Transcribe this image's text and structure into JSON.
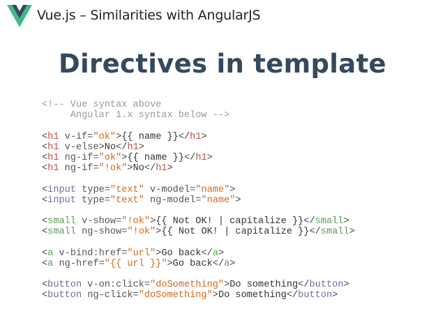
{
  "header": {
    "logo": "vue-logo",
    "title": "Vue.js – Similarities with AngularJS"
  },
  "slide": {
    "title": "Directives in template"
  },
  "colors": {
    "logo_green": "#41b883",
    "logo_dark": "#35495e",
    "title": "#34495e"
  },
  "code_lines": [
    [
      [
        "comment",
        "<!-- Vue syntax above"
      ]
    ],
    [
      [
        "comment",
        "     Angular 1.x syntax below -->"
      ]
    ],
    [],
    [
      [
        "punct",
        "<"
      ],
      [
        "tag-h1",
        "h1"
      ],
      [
        "attr",
        " v-if="
      ],
      [
        "str",
        "\"ok\""
      ],
      [
        "punct",
        ">"
      ],
      [
        "text",
        "{{ name }}"
      ],
      [
        "punct",
        "</"
      ],
      [
        "tag-h1",
        "h1"
      ],
      [
        "punct",
        ">"
      ]
    ],
    [
      [
        "punct",
        "<"
      ],
      [
        "tag-h1",
        "h1"
      ],
      [
        "attr",
        " v-else"
      ],
      [
        "punct",
        ">"
      ],
      [
        "text",
        "No"
      ],
      [
        "punct",
        "</"
      ],
      [
        "tag-h1",
        "h1"
      ],
      [
        "punct",
        ">"
      ]
    ],
    [
      [
        "punct",
        "<"
      ],
      [
        "tag-h1",
        "h1"
      ],
      [
        "attr",
        " ng-if="
      ],
      [
        "str",
        "\"ok\""
      ],
      [
        "punct",
        ">"
      ],
      [
        "text",
        "{{ name }}"
      ],
      [
        "punct",
        "</"
      ],
      [
        "tag-h1",
        "h1"
      ],
      [
        "punct",
        ">"
      ]
    ],
    [
      [
        "punct",
        "<"
      ],
      [
        "tag-h1",
        "h1"
      ],
      [
        "attr",
        " ng-if="
      ],
      [
        "str",
        "\"!ok\""
      ],
      [
        "punct",
        ">"
      ],
      [
        "text",
        "No"
      ],
      [
        "punct",
        "</"
      ],
      [
        "tag-h1",
        "h1"
      ],
      [
        "punct",
        ">"
      ]
    ],
    [],
    [
      [
        "punct",
        "<"
      ],
      [
        "tag-input",
        "input"
      ],
      [
        "attr",
        " type="
      ],
      [
        "str",
        "\"text\""
      ],
      [
        "attr",
        " v-model="
      ],
      [
        "str",
        "\"name\""
      ],
      [
        "punct",
        ">"
      ]
    ],
    [
      [
        "punct",
        "<"
      ],
      [
        "tag-input",
        "input"
      ],
      [
        "attr",
        " type="
      ],
      [
        "str",
        "\"text\""
      ],
      [
        "attr",
        " ng-model="
      ],
      [
        "str",
        "\"name\""
      ],
      [
        "punct",
        ">"
      ]
    ],
    [],
    [
      [
        "punct",
        "<"
      ],
      [
        "tag-small",
        "small"
      ],
      [
        "attr",
        " v-show="
      ],
      [
        "str",
        "\"!ok\""
      ],
      [
        "punct",
        ">"
      ],
      [
        "text",
        "{{ Not OK! | capitalize }}"
      ],
      [
        "punct",
        "</"
      ],
      [
        "tag-small",
        "small"
      ],
      [
        "punct",
        ">"
      ]
    ],
    [
      [
        "punct",
        "<"
      ],
      [
        "tag-small",
        "small"
      ],
      [
        "attr",
        " ng-show="
      ],
      [
        "str",
        "\"!ok\""
      ],
      [
        "punct",
        ">"
      ],
      [
        "text",
        "{{ Not OK! | capitalize }}"
      ],
      [
        "punct",
        "</"
      ],
      [
        "tag-small",
        "small"
      ],
      [
        "punct",
        ">"
      ]
    ],
    [],
    [
      [
        "punct",
        "<"
      ],
      [
        "tag-a",
        "a"
      ],
      [
        "attr",
        " v-bind:href="
      ],
      [
        "str",
        "\"url\""
      ],
      [
        "punct",
        ">"
      ],
      [
        "text",
        "Go back"
      ],
      [
        "punct",
        "</"
      ],
      [
        "tag-a",
        "a"
      ],
      [
        "punct",
        ">"
      ]
    ],
    [
      [
        "punct",
        "<"
      ],
      [
        "tag-a",
        "a"
      ],
      [
        "attr",
        " ng-href="
      ],
      [
        "str",
        "\"{{ url }}\""
      ],
      [
        "punct",
        ">"
      ],
      [
        "text",
        "Go back"
      ],
      [
        "punct",
        "</"
      ],
      [
        "tag-a",
        "a"
      ],
      [
        "punct",
        ">"
      ]
    ],
    [],
    [
      [
        "punct",
        "<"
      ],
      [
        "tag-button",
        "button"
      ],
      [
        "attr",
        " v-on:click="
      ],
      [
        "str",
        "\"doSomething\""
      ],
      [
        "punct",
        ">"
      ],
      [
        "text",
        "Do something"
      ],
      [
        "punct",
        "</"
      ],
      [
        "tag-button",
        "button"
      ],
      [
        "punct",
        ">"
      ]
    ],
    [
      [
        "punct",
        "<"
      ],
      [
        "tag-button",
        "button"
      ],
      [
        "attr",
        " ng-click="
      ],
      [
        "str",
        "\"doSomething\""
      ],
      [
        "punct",
        ">"
      ],
      [
        "text",
        "Do something"
      ],
      [
        "punct",
        "</"
      ],
      [
        "tag-button",
        "button"
      ],
      [
        "punct",
        ">"
      ]
    ]
  ]
}
